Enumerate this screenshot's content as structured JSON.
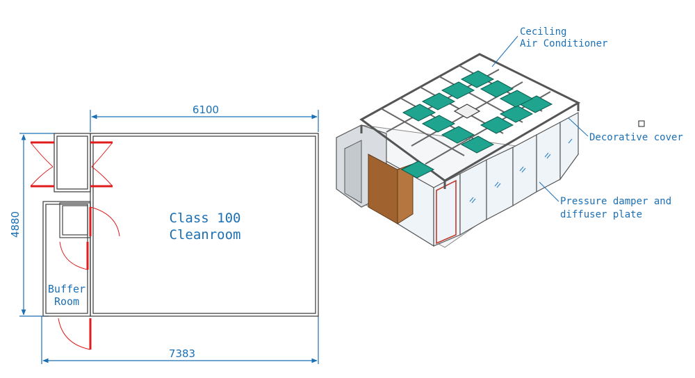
{
  "floor_plan": {
    "dimension_top": "6100",
    "dimension_bottom": "7383",
    "dimension_left": "4880",
    "cleanroom_label_line1": "Class 100",
    "cleanroom_label_line2": "Cleanroom",
    "buffer_label_line1": "Buffer",
    "buffer_label_line2": "Room"
  },
  "isometric": {
    "callouts": {
      "ceiling_ac_line1": "Ceciling",
      "ceiling_ac_line2": "Air Conditioner",
      "decorative_cover": "Decorative cover",
      "pressure_line1": "Pressure damper and",
      "pressure_line2": "diffuser plate"
    }
  },
  "colors": {
    "dimension": "#1a6fb5",
    "door": "#e01b1b",
    "wall": "#444444",
    "fan_unit": "#1fa58f",
    "wood_door": "#a0622f"
  }
}
